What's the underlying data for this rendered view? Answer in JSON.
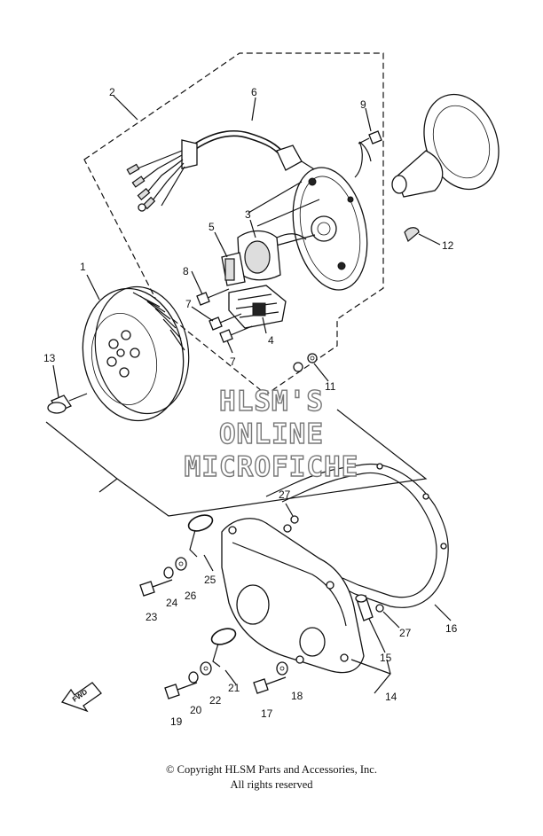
{
  "watermark": {
    "line1": "HLSM'S",
    "line2": "ONLINE",
    "line3": "MICROFICHE"
  },
  "fwd_label": "FWD",
  "callouts": {
    "c1": "1",
    "c2": "2",
    "c3": "3",
    "c4": "4",
    "c5": "5",
    "c6": "6",
    "c7a": "7",
    "c7b": "7",
    "c8": "8",
    "c9": "9",
    "c11": "11",
    "c12": "12",
    "c13": "13",
    "c14": "14",
    "c15": "15",
    "c16": "16",
    "c17": "17",
    "c18": "18",
    "c19": "19",
    "c20": "20",
    "c21": "21",
    "c22": "22",
    "c23": "23",
    "c24": "24",
    "c25": "25",
    "c26": "26",
    "c27a": "27",
    "c27b": "27"
  },
  "copyright": {
    "line1": "© Copyright HLSM Parts and Accessories, Inc.",
    "line2": "All rights reserved"
  }
}
